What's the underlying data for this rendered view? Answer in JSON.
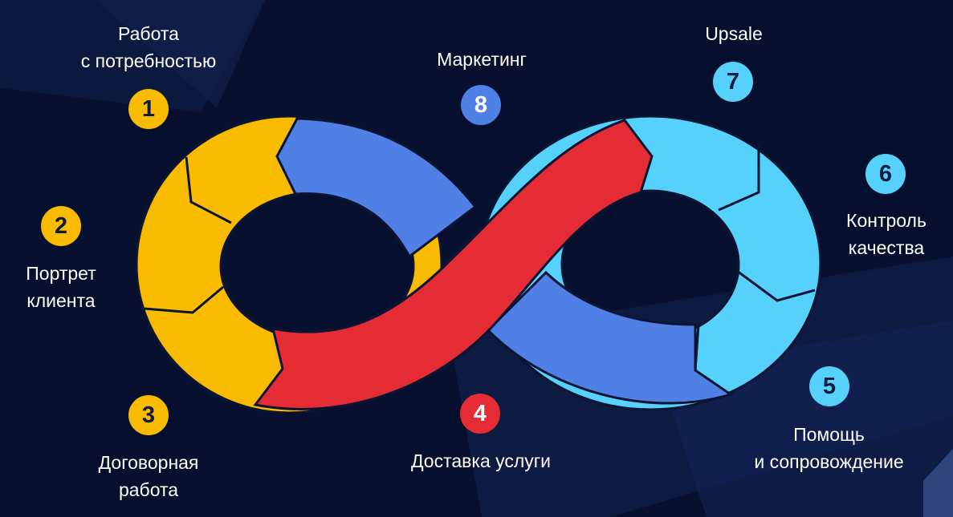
{
  "colors": {
    "background": "#06102e",
    "yellow": "#f9bb00",
    "blue": "#5080e6",
    "red": "#e52b33",
    "cyan": "#56d1fb",
    "dark_text": "#0b1a3d",
    "white": "#ffffff"
  },
  "stages": [
    {
      "number": "1",
      "label_lines": [
        "Работа",
        "с потребностью"
      ],
      "color": "yellow"
    },
    {
      "number": "2",
      "label_lines": [
        "Портрет",
        "клиента"
      ],
      "color": "yellow"
    },
    {
      "number": "3",
      "label_lines": [
        "Договорная",
        "работа"
      ],
      "color": "yellow"
    },
    {
      "number": "4",
      "label_lines": [
        "Доставка услуги"
      ],
      "color": "red"
    },
    {
      "number": "5",
      "label_lines": [
        "Помощь",
        "и сопровождение"
      ],
      "color": "cyan"
    },
    {
      "number": "6",
      "label_lines": [
        "Контроль",
        "качества"
      ],
      "color": "cyan"
    },
    {
      "number": "7",
      "label_lines": [
        "Upsale"
      ],
      "color": "cyan"
    },
    {
      "number": "8",
      "label_lines": [
        "Маркетинг"
      ],
      "color": "blue"
    }
  ]
}
